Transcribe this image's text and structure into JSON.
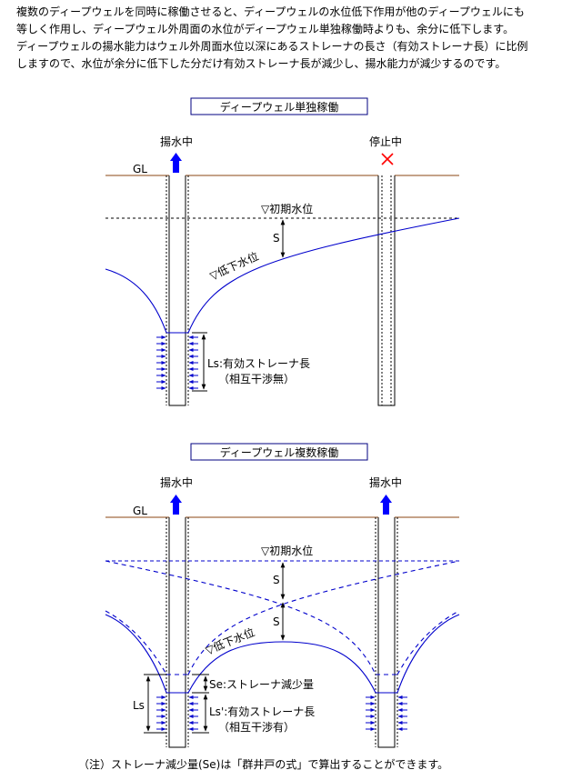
{
  "intro": [
    "複数のディープウェルを同時に稼働させると、ディープウェルの水位低下作用が他のディープウェルにも",
    "等しく作用し、ディープウェル外周面の水位がディープウェル単独稼働時よりも、余分に低下します。",
    "ディープウェルの揚水能力はウェル外周面水位以深にあるストレーナの長さ（有効ストレーナ長）に比例",
    "しますので、水位が余分に低下した分だけ有効ストレーナ長が減少し、揚水能力が減少するのです。"
  ],
  "diagram1": {
    "title": "ディープウェル単独稼働",
    "left_status": "揚水中",
    "right_status": "停止中",
    "gl": "GL",
    "initial_level": "▽初期水位",
    "s": "S",
    "lowered_level": "▽低下水位",
    "ls": "Ls:有効ストレーナ長",
    "ls_note": "（相互干渉無）"
  },
  "diagram2": {
    "title": "ディープウェル複数稼働",
    "left_status": "揚水中",
    "right_status": "揚水中",
    "gl": "GL",
    "initial_level": "▽初期水位",
    "s_upper": "S",
    "s_lower": "S",
    "lowered_level": "▽低下水位",
    "se": "Se:ストレーナ減少量",
    "ls_left": "Ls",
    "ls_prime": "Ls':有効ストレーナ長",
    "ls_prime_note": "（相互干渉有）"
  },
  "footnote": "（注）ストレーナ減少量(Se)は「群井戸の式」で算出することができます。",
  "colors": {
    "ground": "#8b4513",
    "water": "#0000cc",
    "title_border": "#000080",
    "stop_mark": "#ff0000"
  }
}
